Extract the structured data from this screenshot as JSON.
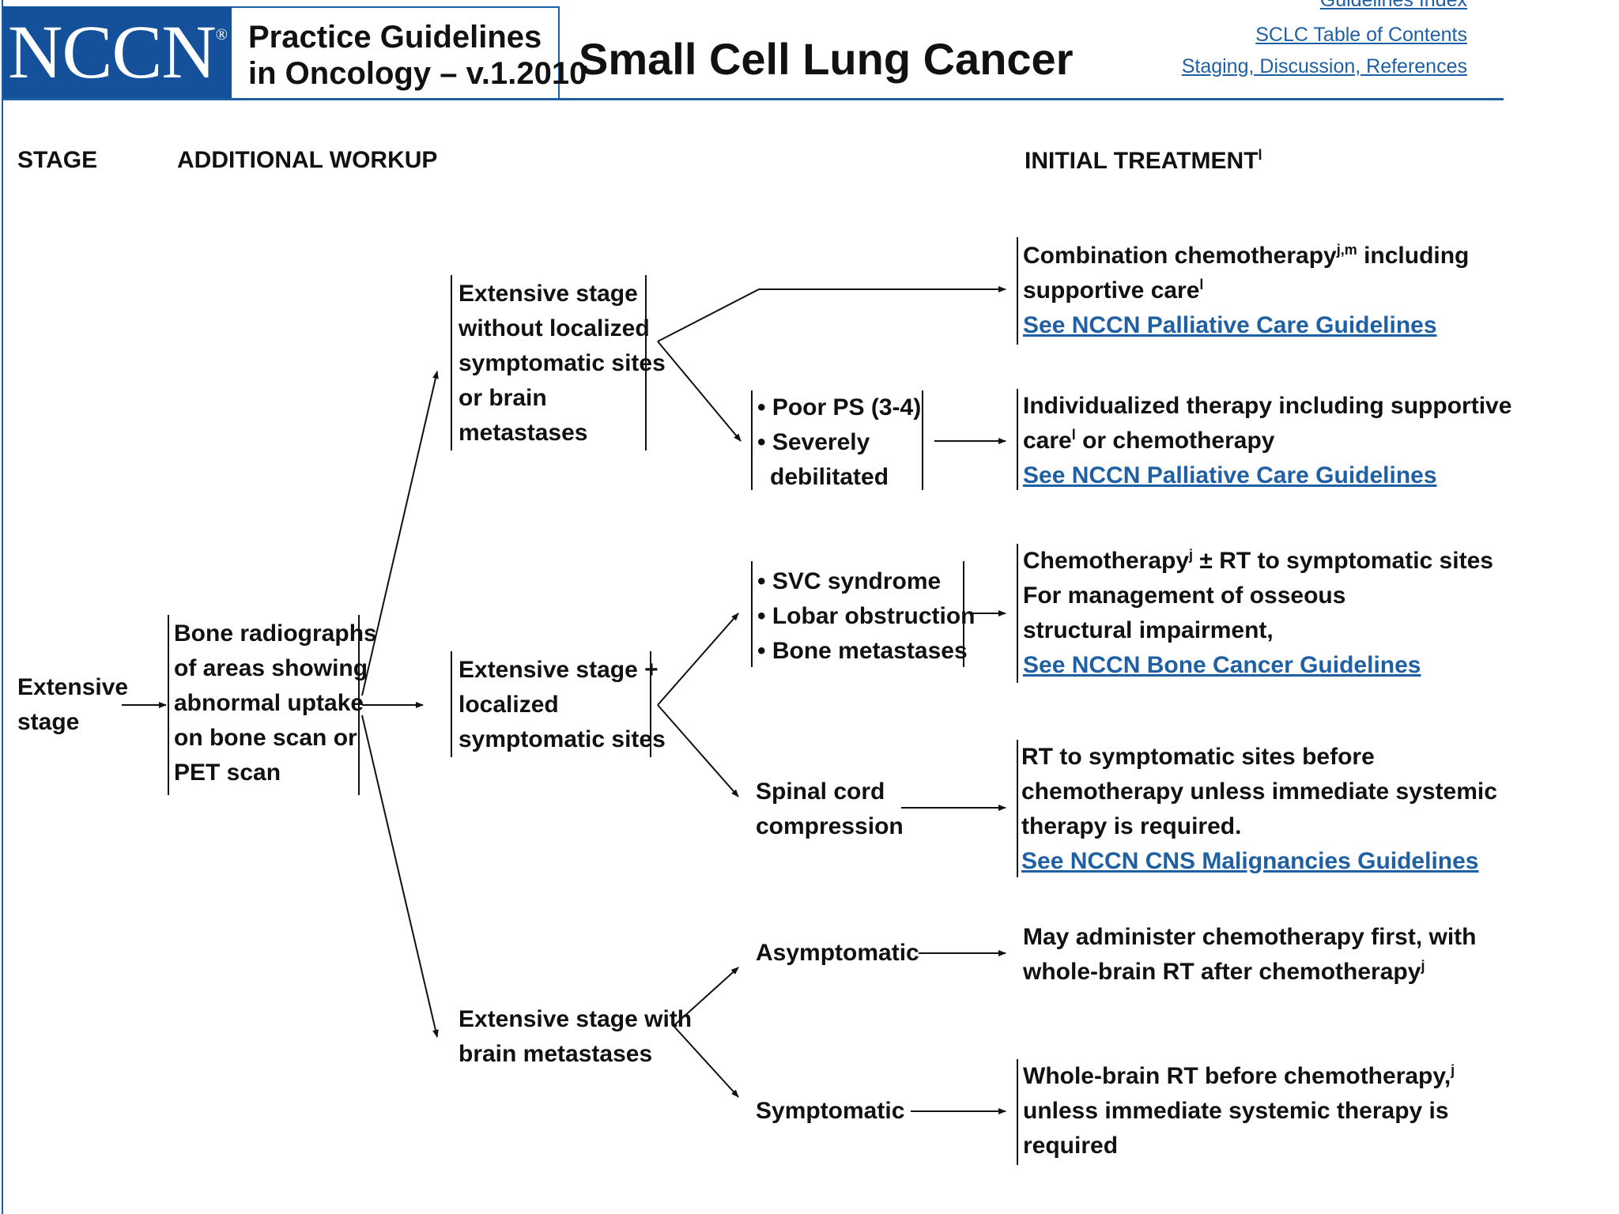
{
  "header": {
    "logo_text": "NCCN",
    "logo_mark": "®",
    "subtitle": "Practice Guidelines\nin Oncology – v.1.2010",
    "title": "Small Cell Lung Cancer",
    "links": [
      "Guidelines Index",
      "SCLC Table of Contents",
      "Staging, Discussion, References"
    ],
    "accent_color": "#14519a"
  },
  "columns": {
    "stage": "STAGE",
    "workup": "ADDITIONAL WORKUP",
    "treatment": "INITIAL TREATMENT",
    "treatment_sup": "l"
  },
  "stage": {
    "line1": "Extensive",
    "line2": "stage"
  },
  "workup": [
    "Bone radiographs",
    "of areas showing",
    "abnormal uptake",
    "on bone scan or",
    "PET scan"
  ],
  "branches": {
    "no_sites": [
      "Extensive stage",
      "without localized",
      "symptomatic sites",
      "or brain",
      "metastases"
    ],
    "localized": [
      "Extensive stage +",
      "localized",
      "symptomatic sites"
    ],
    "brain": [
      "Extensive stage with",
      "brain metastases"
    ]
  },
  "conditions": {
    "poor_ps": [
      "Poor PS (3-4)",
      "Severely",
      "debilitated"
    ],
    "svc": [
      "SVC syndrome",
      "Lobar obstruction",
      "Bone metastases"
    ],
    "spinal": [
      "Spinal cord",
      "compression"
    ],
    "asymptomatic": "Asymptomatic",
    "symptomatic": "Symptomatic"
  },
  "treatments": {
    "t1": {
      "l1a": "Combination chemotherapy",
      "l1sup": "j,m",
      "l1b": " including",
      "l2a": "supportive care",
      "l2sup": "l",
      "link": "See NCCN Palliative Care Guidelines"
    },
    "t2": {
      "l1": "Individualized therapy including supportive",
      "l2a": "care",
      "l2sup": "l",
      "l2b": " or chemotherapy",
      "link": "See NCCN Palliative Care Guidelines"
    },
    "t3": {
      "l1a": "Chemotherapy",
      "l1sup": "j",
      "l1b": " ± RT to symptomatic sites",
      "l2": "For management of osseous",
      "l3": "structural impairment,",
      "link": "See NCCN Bone Cancer Guidelines"
    },
    "t4": {
      "l1": "RT to symptomatic sites before",
      "l2": "chemotherapy unless immediate systemic",
      "l3": "therapy is required.",
      "link": "See NCCN CNS Malignancies Guidelines"
    },
    "t5": {
      "l1": "May administer chemotherapy first, with",
      "l2a": "whole-brain RT after chemotherapy",
      "l2sup": "j"
    },
    "t6": {
      "l1a": "Whole-brain RT before chemotherapy,",
      "l1sup": "j",
      "l2": "unless immediate systemic therapy is",
      "l3": "required"
    }
  }
}
